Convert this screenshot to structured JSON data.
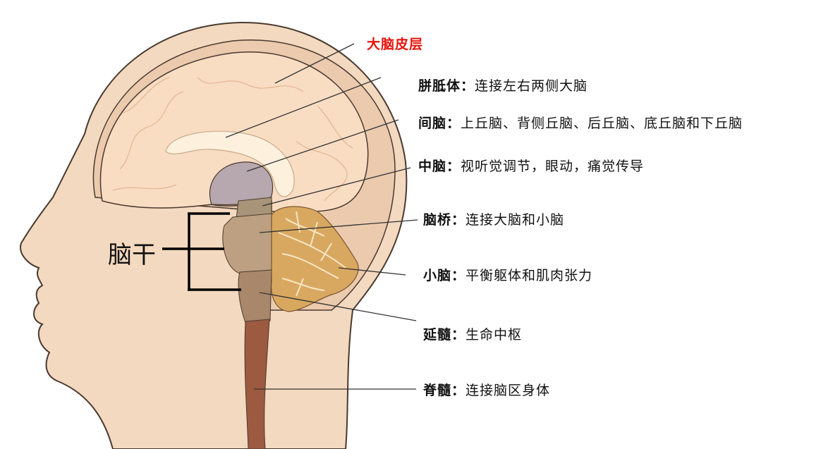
{
  "diagram": {
    "stem_label": "脑干",
    "cortex_label": "大脑皮层",
    "labels": [
      {
        "name": "胼胝体：",
        "desc": "连接左右两侧大脑"
      },
      {
        "name": "间脑：",
        "desc": "上丘脑、背侧丘脑、后丘脑、底丘脑和下丘脑"
      },
      {
        "name": "中脑：",
        "desc": "视听觉调节，眼动，痛觉传导"
      },
      {
        "name": "脑桥：",
        "desc": "连接大脑和小脑"
      },
      {
        "name": "小脑：",
        "desc": "平衡躯体和肌肉张力"
      },
      {
        "name": "延髓：",
        "desc": "生命中枢"
      },
      {
        "name": "脊髓：",
        "desc": "连接脑区身体"
      }
    ],
    "colors": {
      "skin": "#f3d9bf",
      "cerebrum": "#f9ddc3",
      "cerebellum": "#d9a860",
      "diencephalon": "#b7a7ae",
      "spinal_cord": "#9c5a40",
      "cortex_label": "#e8140c"
    }
  }
}
